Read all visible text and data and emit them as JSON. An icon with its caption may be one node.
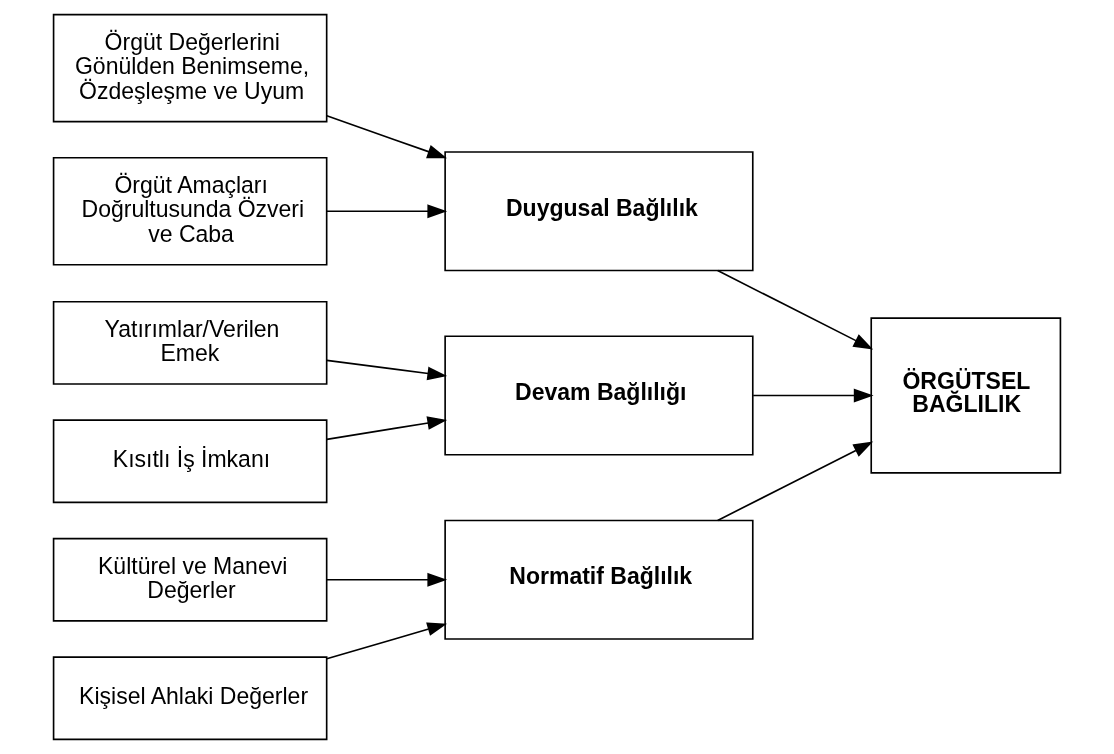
{
  "diagram": {
    "nodes": [
      {
        "text": [
          "Örgüt Değerlerini Gönülden Benimseme, Özdeşleşme ve Uyum"
        ]
      },
      {
        "text": [
          "Örgüt Amaçları Doğrultusunda Özveri ve Caba"
        ]
      },
      {
        "text": [
          "Duygusal Bağlılık"
        ]
      },
      {
        "text": [
          "Yatırımlar/Verilen Emek"
        ]
      },
      {
        "text": [
          "Kısıtlı İş İmkanı"
        ]
      },
      {
        "text": [
          "Devam Bağlılığı"
        ]
      },
      {
        "text": [
          "Kültürel ve Manevi Değerler"
        ]
      },
      {
        "text": [
          "Kişisel Ahlaki Değerler"
        ]
      },
      {
        "text": [
          "Normatif Bağlılık"
        ]
      },
      {
        "text": [
          "ÖRGÜTSEL BAĞLILIK"
        ]
      }
    ],
    "edges": [
      {
        "from": 0,
        "to": 2,
        "arrow": "to"
      },
      {
        "from": 1,
        "to": 2,
        "arrow": "to"
      },
      {
        "from": 3,
        "to": 5,
        "arrow": "to"
      },
      {
        "from": 4,
        "to": 5,
        "arrow": "to"
      },
      {
        "from": 6,
        "to": 8,
        "arrow": "to"
      },
      {
        "from": 7,
        "to": 8,
        "arrow": "to"
      },
      {
        "from": 2,
        "to": 9,
        "arrow": "to"
      },
      {
        "from": 5,
        "to": 9,
        "arrow": "to"
      },
      {
        "from": 8,
        "to": 9,
        "arrow": "to"
      }
    ]
  }
}
